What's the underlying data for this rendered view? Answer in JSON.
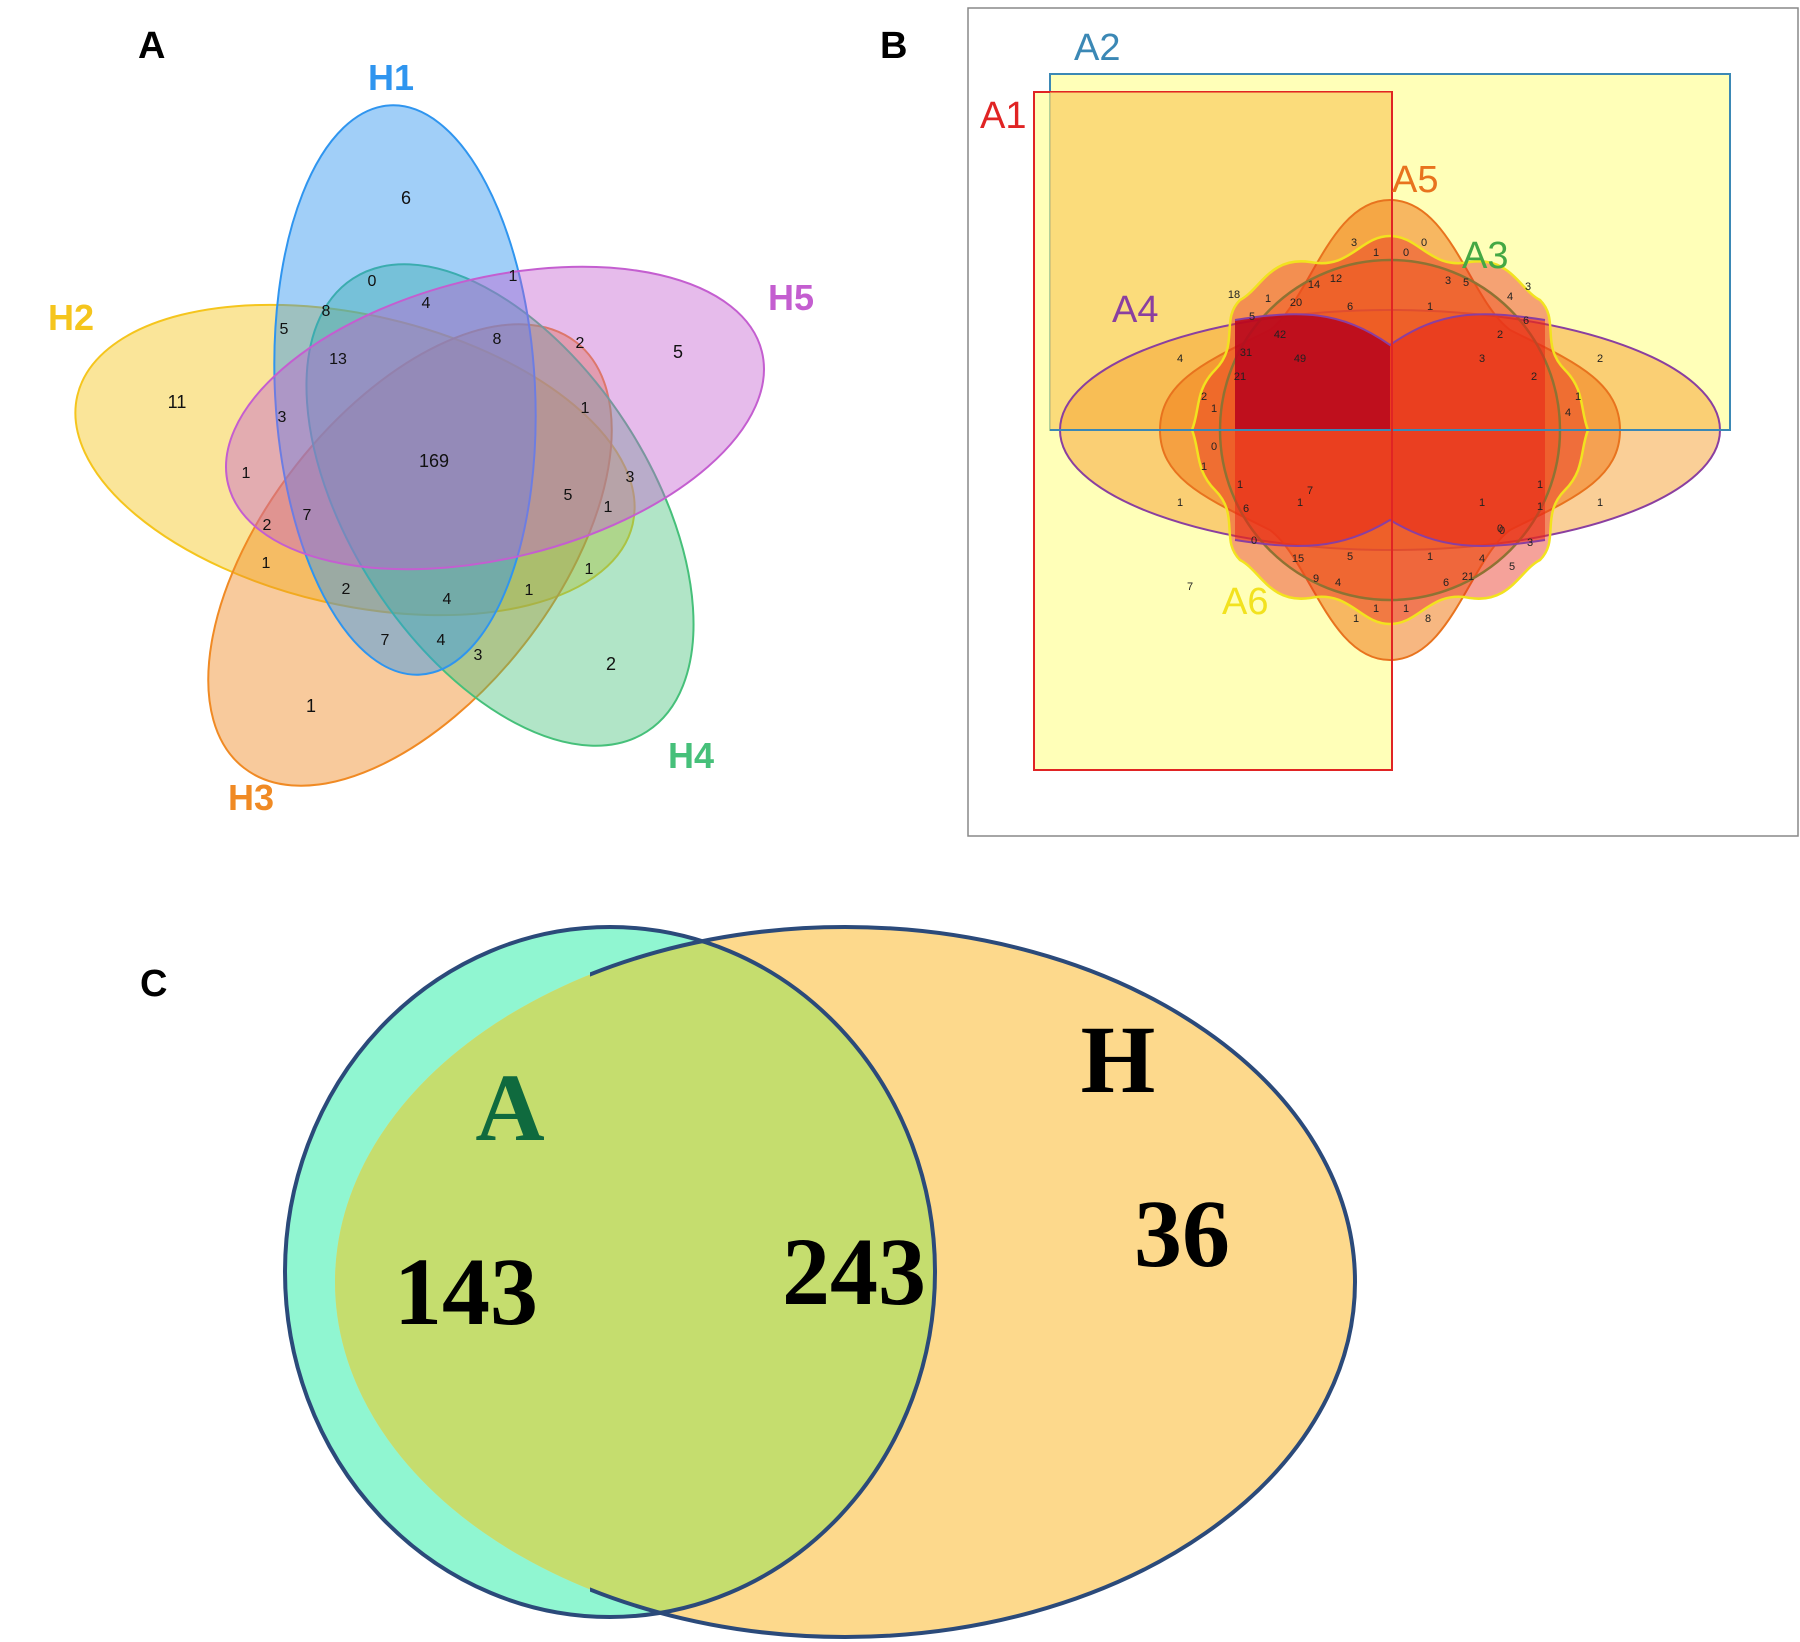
{
  "panels": {
    "A": {
      "letter": "A",
      "sets": [
        {
          "name": "H1",
          "color": "#2f95ef"
        },
        {
          "name": "H2",
          "color": "#f5c51d"
        },
        {
          "name": "H3",
          "color": "#f08a24"
        },
        {
          "name": "H4",
          "color": "#46c07a"
        },
        {
          "name": "H5",
          "color": "#c45ed0"
        }
      ],
      "counts": [
        "6",
        "11",
        "1",
        "2",
        "5",
        "169",
        "0",
        "4",
        "1",
        "8",
        "2",
        "5",
        "13",
        "3",
        "1",
        "7",
        "2",
        "1",
        "2",
        "4",
        "1",
        "1",
        "7",
        "4",
        "3",
        "1",
        "5",
        "3",
        "1",
        "8"
      ]
    },
    "B": {
      "letter": "B",
      "sets": [
        {
          "name": "A1",
          "color": "#e02424"
        },
        {
          "name": "A2",
          "color": "#3b88b5"
        },
        {
          "name": "A3",
          "color": "#44a844"
        },
        {
          "name": "A4",
          "color": "#8a3fa0"
        },
        {
          "name": "A5",
          "color": "#e8731e"
        },
        {
          "name": "A6",
          "color": "#f2e21f"
        }
      ],
      "counts": [
        "3",
        "1",
        "0",
        "0",
        "18",
        "1",
        "20",
        "14",
        "12",
        "6",
        "3",
        "5",
        "4",
        "3",
        "5",
        "42",
        "1",
        "2",
        "6",
        "4",
        "31",
        "49",
        "3",
        "2",
        "21",
        "2",
        "1",
        "0",
        "4",
        "1",
        "0",
        "1",
        "2",
        "1",
        "1",
        "6",
        "1",
        "1",
        "1",
        "1",
        "7",
        "1",
        "0",
        "0",
        "15",
        "5",
        "1",
        "4",
        "5",
        "3",
        "9",
        "4",
        "6",
        "21",
        "7",
        "1",
        "1",
        "1",
        "8"
      ]
    },
    "C": {
      "letter": "C",
      "sets": [
        {
          "name": "A",
          "color": "#0f6a3e",
          "fill": "#7df5c9"
        },
        {
          "name": "H",
          "color": "#000000",
          "fill": "#fdd580"
        }
      ],
      "only_A": "143",
      "both": "243",
      "only_H": "36",
      "overlap_color": "#c5dd6e",
      "outline_color": "#2b4a7a"
    }
  }
}
